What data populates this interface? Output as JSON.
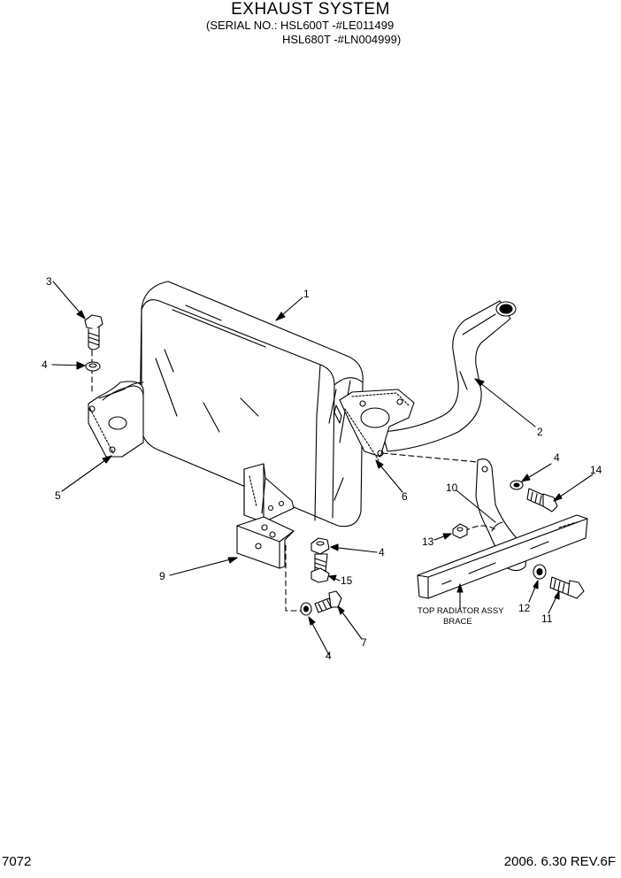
{
  "header": {
    "title": "EXHAUST SYSTEM",
    "serial_line1": "(SERIAL NO.: HSL600T -#LE011499",
    "serial_line2": "HSL680T -#LN004999)"
  },
  "callouts": [
    "1",
    "2",
    "3",
    "4",
    "4",
    "4",
    "4",
    "5",
    "6",
    "7",
    "9",
    "10",
    "11",
    "12",
    "13",
    "14",
    "15"
  ],
  "notes": {
    "brace_line1": "TOP RADIATOR ASSY",
    "brace_line2": "BRACE"
  },
  "footer": {
    "page_number": "7072",
    "date_rev": "2006. 6.30  REV.6F"
  }
}
